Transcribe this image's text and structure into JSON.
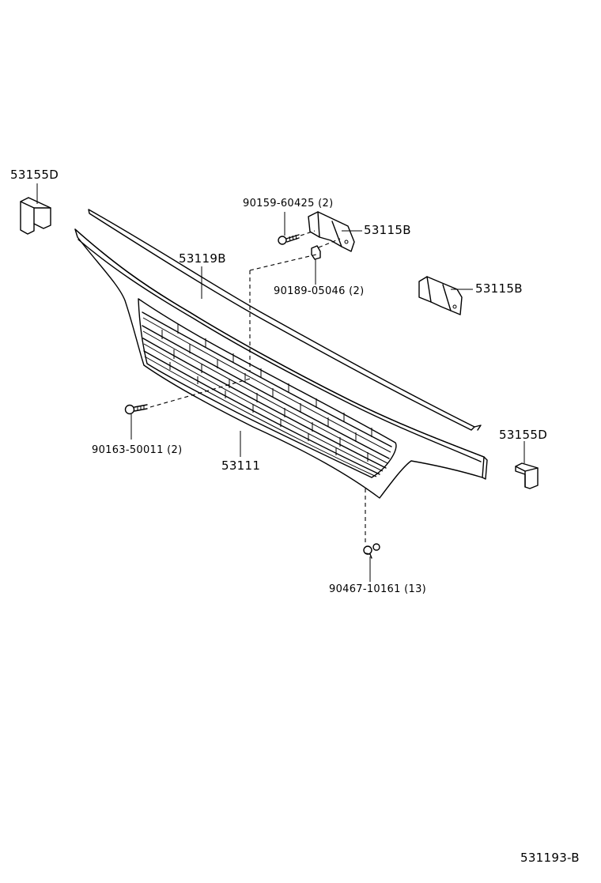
{
  "diagram_code": "531193-B",
  "labels": {
    "bumper_end_left": "53155D",
    "bumper_end_right": "53155D",
    "screw_upper": "90159-60425 (2)",
    "bracket_upper": "53115B",
    "bracket_right": "53115B",
    "moulding": "53119B",
    "nut_clip": "90189-05046 (2)",
    "screw_left": "90163-50011 (2)",
    "grille": "53111",
    "clip_bottom": "90467-10161 (13)"
  }
}
